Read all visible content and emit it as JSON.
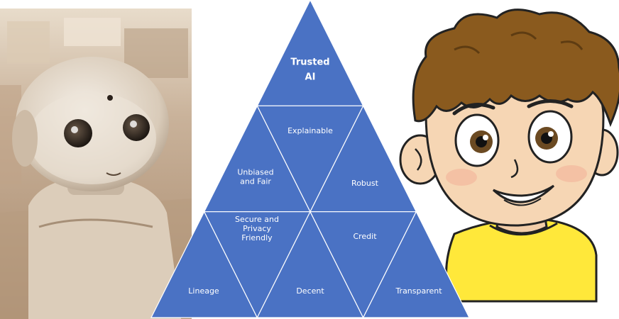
{
  "pyramid": {
    "fill": "#4A72C4",
    "stroke": "#ffffff",
    "cells": [
      {
        "id": "trusted-ai",
        "lines": [
          "Trusted",
          "AI"
        ]
      },
      {
        "id": "explainable",
        "lines": [
          "Explainable"
        ]
      },
      {
        "id": "unbiased-fair",
        "lines": [
          "Unbiased",
          "and Fair"
        ]
      },
      {
        "id": "robust",
        "lines": [
          "Robust"
        ]
      },
      {
        "id": "secure-privacy",
        "lines": [
          "Secure and",
          "Privacy",
          "Friendly"
        ]
      },
      {
        "id": "credit",
        "lines": [
          "Credit"
        ]
      },
      {
        "id": "lineage",
        "lines": [
          "Lineage"
        ]
      },
      {
        "id": "decent",
        "lines": [
          "Decent"
        ]
      },
      {
        "id": "transparent",
        "lines": [
          "Transparent"
        ]
      }
    ]
  },
  "images": {
    "robot": {
      "tint": "#C9B29A"
    },
    "boy": {
      "shirt": "#FFE83A",
      "hair": "#8A5A1E",
      "skin": "#F6D6B4"
    }
  }
}
